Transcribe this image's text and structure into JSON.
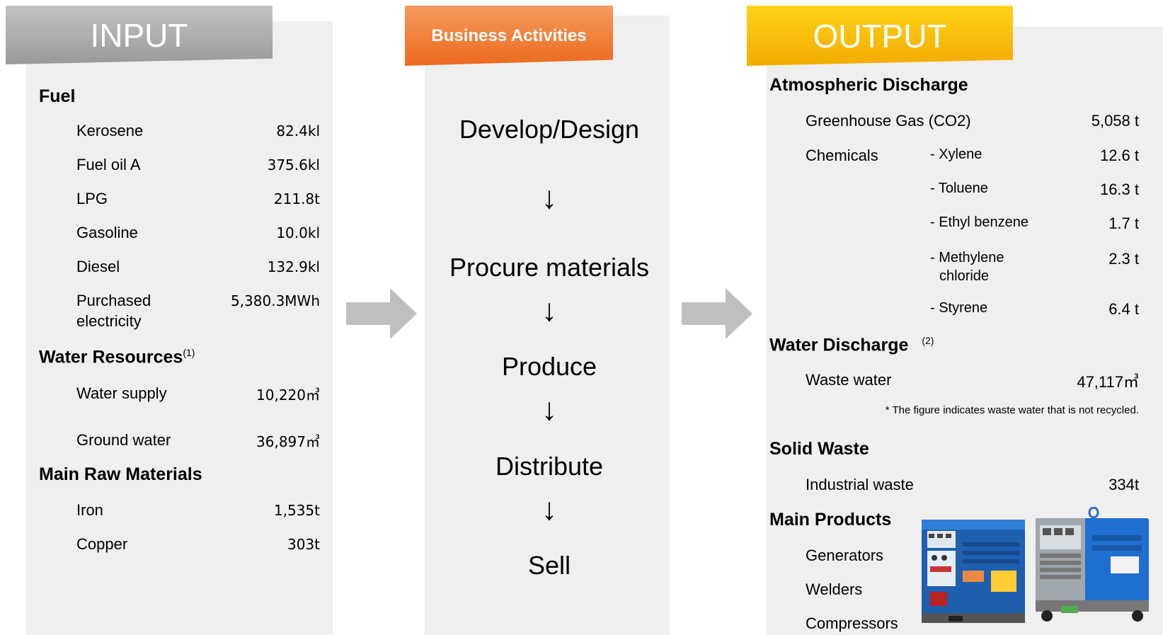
{
  "input": {
    "title": "INPUT",
    "fuel": {
      "heading": "Fuel",
      "items": [
        {
          "label": "Kerosene",
          "value": "82.4kl"
        },
        {
          "label": "Fuel oil A",
          "value": "375.6kl"
        },
        {
          "label": "LPG",
          "value": "211.8t"
        },
        {
          "label": "Gasoline",
          "value": "10.0kl"
        },
        {
          "label": "Diesel",
          "value": "132.9kl"
        },
        {
          "label": "Purchased",
          "label2": "electricity",
          "value": "5,380.3MWh"
        }
      ]
    },
    "water": {
      "heading": "Water Resources",
      "note": "(1)",
      "items": [
        {
          "label": "Water supply",
          "value": "10,220㎥"
        },
        {
          "label": "Ground water",
          "value": "36,897㎥"
        }
      ]
    },
    "raw": {
      "heading": "Main Raw Materials",
      "items": [
        {
          "label": "Iron",
          "value": "1,535t"
        },
        {
          "label": "Copper",
          "value": "303t"
        }
      ]
    }
  },
  "business": {
    "title": "Business Activities",
    "steps": [
      "Develop/Design",
      "Procure materials",
      "Produce",
      "Distribute",
      "Sell"
    ],
    "arrow": "↓"
  },
  "output": {
    "title": "OUTPUT",
    "atmospheric": {
      "heading": "Atmospheric Discharge",
      "ghg_label": "Greenhouse Gas (CO2)",
      "ghg_value": "5,058 t",
      "chem_label": "Chemicals",
      "chemicals": [
        {
          "label": "- Xylene",
          "value": "12.6 t"
        },
        {
          "label": "- Toluene",
          "value": "16.3 t"
        },
        {
          "label": "- Ethyl benzene",
          "value": "1.7 t"
        },
        {
          "label": "- Methylene",
          "label2": "chloride",
          "value": "2.3 t"
        },
        {
          "label": "- Styrene",
          "value": "6.4 t"
        }
      ]
    },
    "water": {
      "heading": "Water Discharge",
      "note": "(2)",
      "label": "Waste water",
      "value": "47,117㎥",
      "footnote": "* The figure indicates waste water that is not recycled."
    },
    "solid": {
      "heading": "Solid Waste",
      "label": "Industrial waste",
      "value": "334t"
    },
    "products": {
      "heading": "Main Products",
      "items": [
        "Generators",
        "Welders",
        "Compressors"
      ]
    }
  },
  "colors": {
    "panel": "#efefef",
    "input_header": "#a6a6a6",
    "business_header": "#f07c3a",
    "output_header": "#f6b400",
    "arrow": "#bfbfbf"
  }
}
